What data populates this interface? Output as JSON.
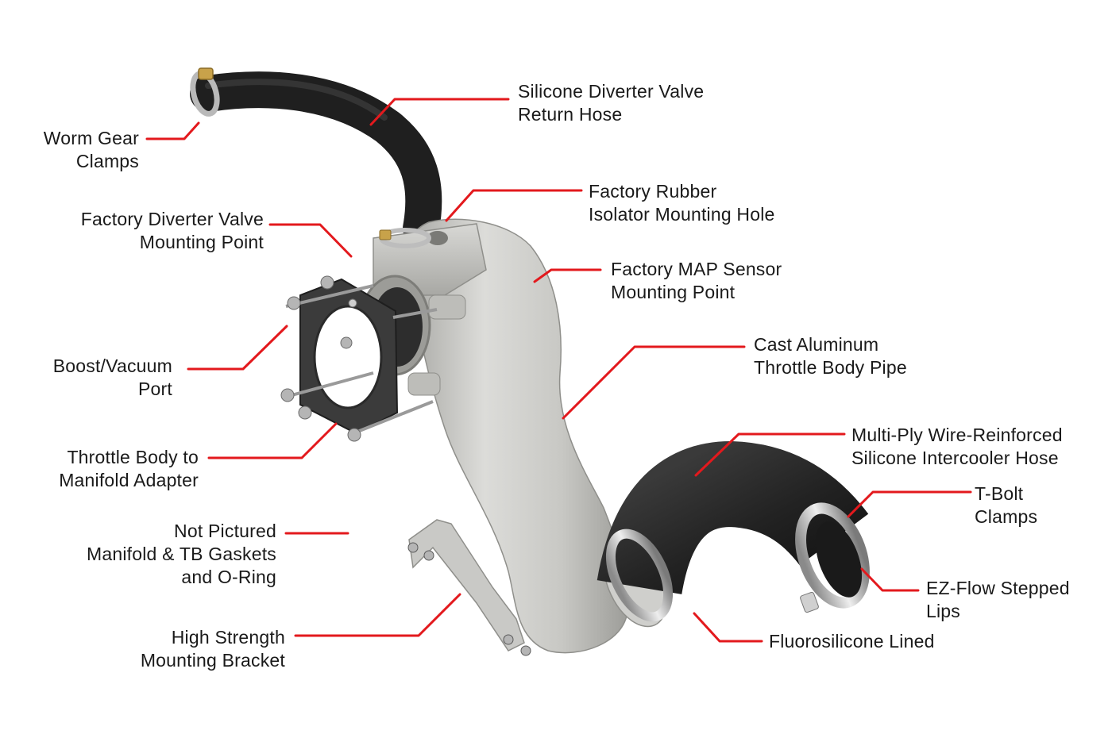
{
  "callouts": [
    {
      "id": "worm-gear-clamps",
      "lines": [
        "Worm Gear",
        "Clamps"
      ]
    },
    {
      "id": "silicone-diverter-valve-return-hose",
      "lines": [
        "Silicone Diverter Valve",
        "Return Hose"
      ]
    },
    {
      "id": "factory-rubber-isolator-mounting-hole",
      "lines": [
        "Factory Rubber",
        "Isolator Mounting Hole"
      ]
    },
    {
      "id": "factory-diverter-valve-mounting-point",
      "lines": [
        "Factory Diverter Valve",
        "Mounting Point"
      ]
    },
    {
      "id": "factory-map-sensor-mounting-point",
      "lines": [
        "Factory MAP Sensor",
        "Mounting Point"
      ]
    },
    {
      "id": "cast-aluminum-throttle-body-pipe",
      "lines": [
        "Cast Aluminum",
        "Throttle Body Pipe"
      ]
    },
    {
      "id": "boost-vacuum-port",
      "lines": [
        "Boost/Vacuum",
        "Port"
      ]
    },
    {
      "id": "multi-ply-silicone-intercooler-hose",
      "lines": [
        "Multi-Ply Wire-Reinforced",
        "Silicone Intercooler Hose"
      ]
    },
    {
      "id": "throttle-body-to-manifold-adapter",
      "lines": [
        "Throttle Body to",
        "Manifold Adapter"
      ]
    },
    {
      "id": "t-bolt-clamps",
      "lines": [
        "T-Bolt",
        "Clamps"
      ]
    },
    {
      "id": "not-pictured-gaskets",
      "lines": [
        "Not Pictured",
        "Manifold & TB Gaskets",
        "and O-Ring"
      ]
    },
    {
      "id": "ez-flow-stepped-lips",
      "lines": [
        "EZ-Flow Stepped",
        "Lips"
      ]
    },
    {
      "id": "high-strength-mounting-bracket",
      "lines": [
        "High Strength",
        "Mounting Bracket"
      ]
    },
    {
      "id": "fluorosilicone-lined",
      "lines": [
        "Fluorosilicone Lined"
      ]
    }
  ],
  "colors": {
    "leader_line": "#e3191d",
    "label_text": "#1a1a1a",
    "aluminum": "#c9c9c6",
    "hose": "#2a2a2a"
  }
}
